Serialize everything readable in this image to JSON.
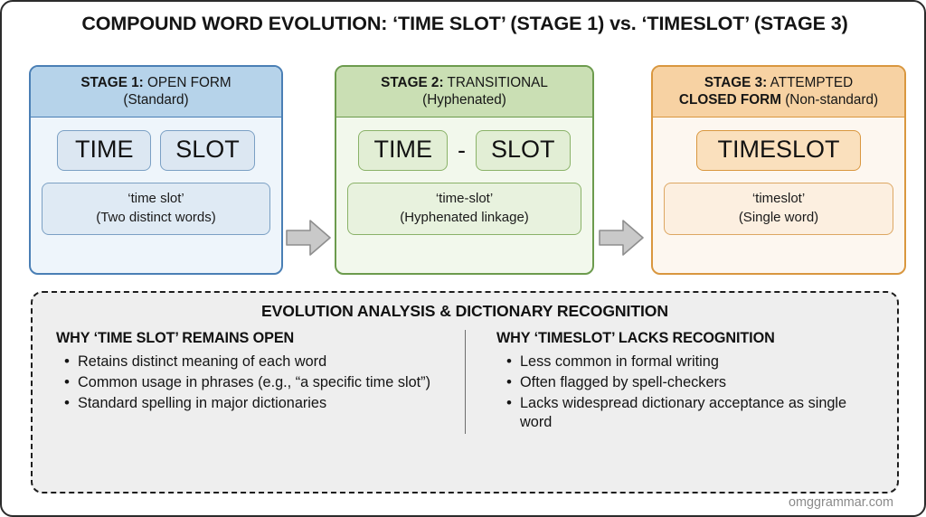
{
  "title": "COMPOUND WORD EVOLUTION: ‘TIME SLOT’ (STAGE 1) vs. ‘TIMESLOT’ (STAGE 3)",
  "stages": [
    {
      "header_bold": "STAGE 1:",
      "header_rest": " OPEN FORM",
      "header_line2": "(Standard)",
      "words": [
        "TIME",
        "SLOT"
      ],
      "separator": "",
      "caption_line1": "‘time slot’",
      "caption_line2": "(Two distinct words)",
      "accent": "#4a7fb5"
    },
    {
      "header_bold": "STAGE 2:",
      "header_rest": " TRANSITIONAL",
      "header_line2": "(Hyphenated)",
      "words": [
        "TIME",
        "SLOT"
      ],
      "separator": "-",
      "caption_line1": "‘time-slot’",
      "caption_line2": "(Hyphenated linkage)",
      "accent": "#6c9b4d"
    },
    {
      "header_bold": "STAGE 3:",
      "header_rest": " ATTEMPTED",
      "header_line2_bold": "CLOSED FORM",
      "header_line2_rest": " (Non-standard)",
      "words": [
        "TIMESLOT"
      ],
      "separator": "",
      "caption_line1": "‘timeslot’",
      "caption_line2": "(Single word)",
      "accent": "#d9973f"
    }
  ],
  "arrows": {
    "icon": "right-block-arrow-icon",
    "fill": "#c9c9c9",
    "stroke": "#8e8e8e"
  },
  "analysis": {
    "title": "EVOLUTION ANALYSIS & DICTIONARY RECOGNITION",
    "left": {
      "heading": "WHY ‘TIME SLOT’ REMAINS OPEN",
      "bullets": [
        "Retains distinct meaning of each word",
        "Common usage in phrases (e.g., “a specific time slot”)",
        "Standard spelling in major dictionaries"
      ]
    },
    "right": {
      "heading": "WHY ‘TIMESLOT’ LACKS RECOGNITION",
      "bullets": [
        "Less common in formal writing",
        "Often flagged by spell-checkers",
        "Lacks widespread dictionary acceptance as single word"
      ]
    }
  },
  "footer": "omggrammar.com"
}
